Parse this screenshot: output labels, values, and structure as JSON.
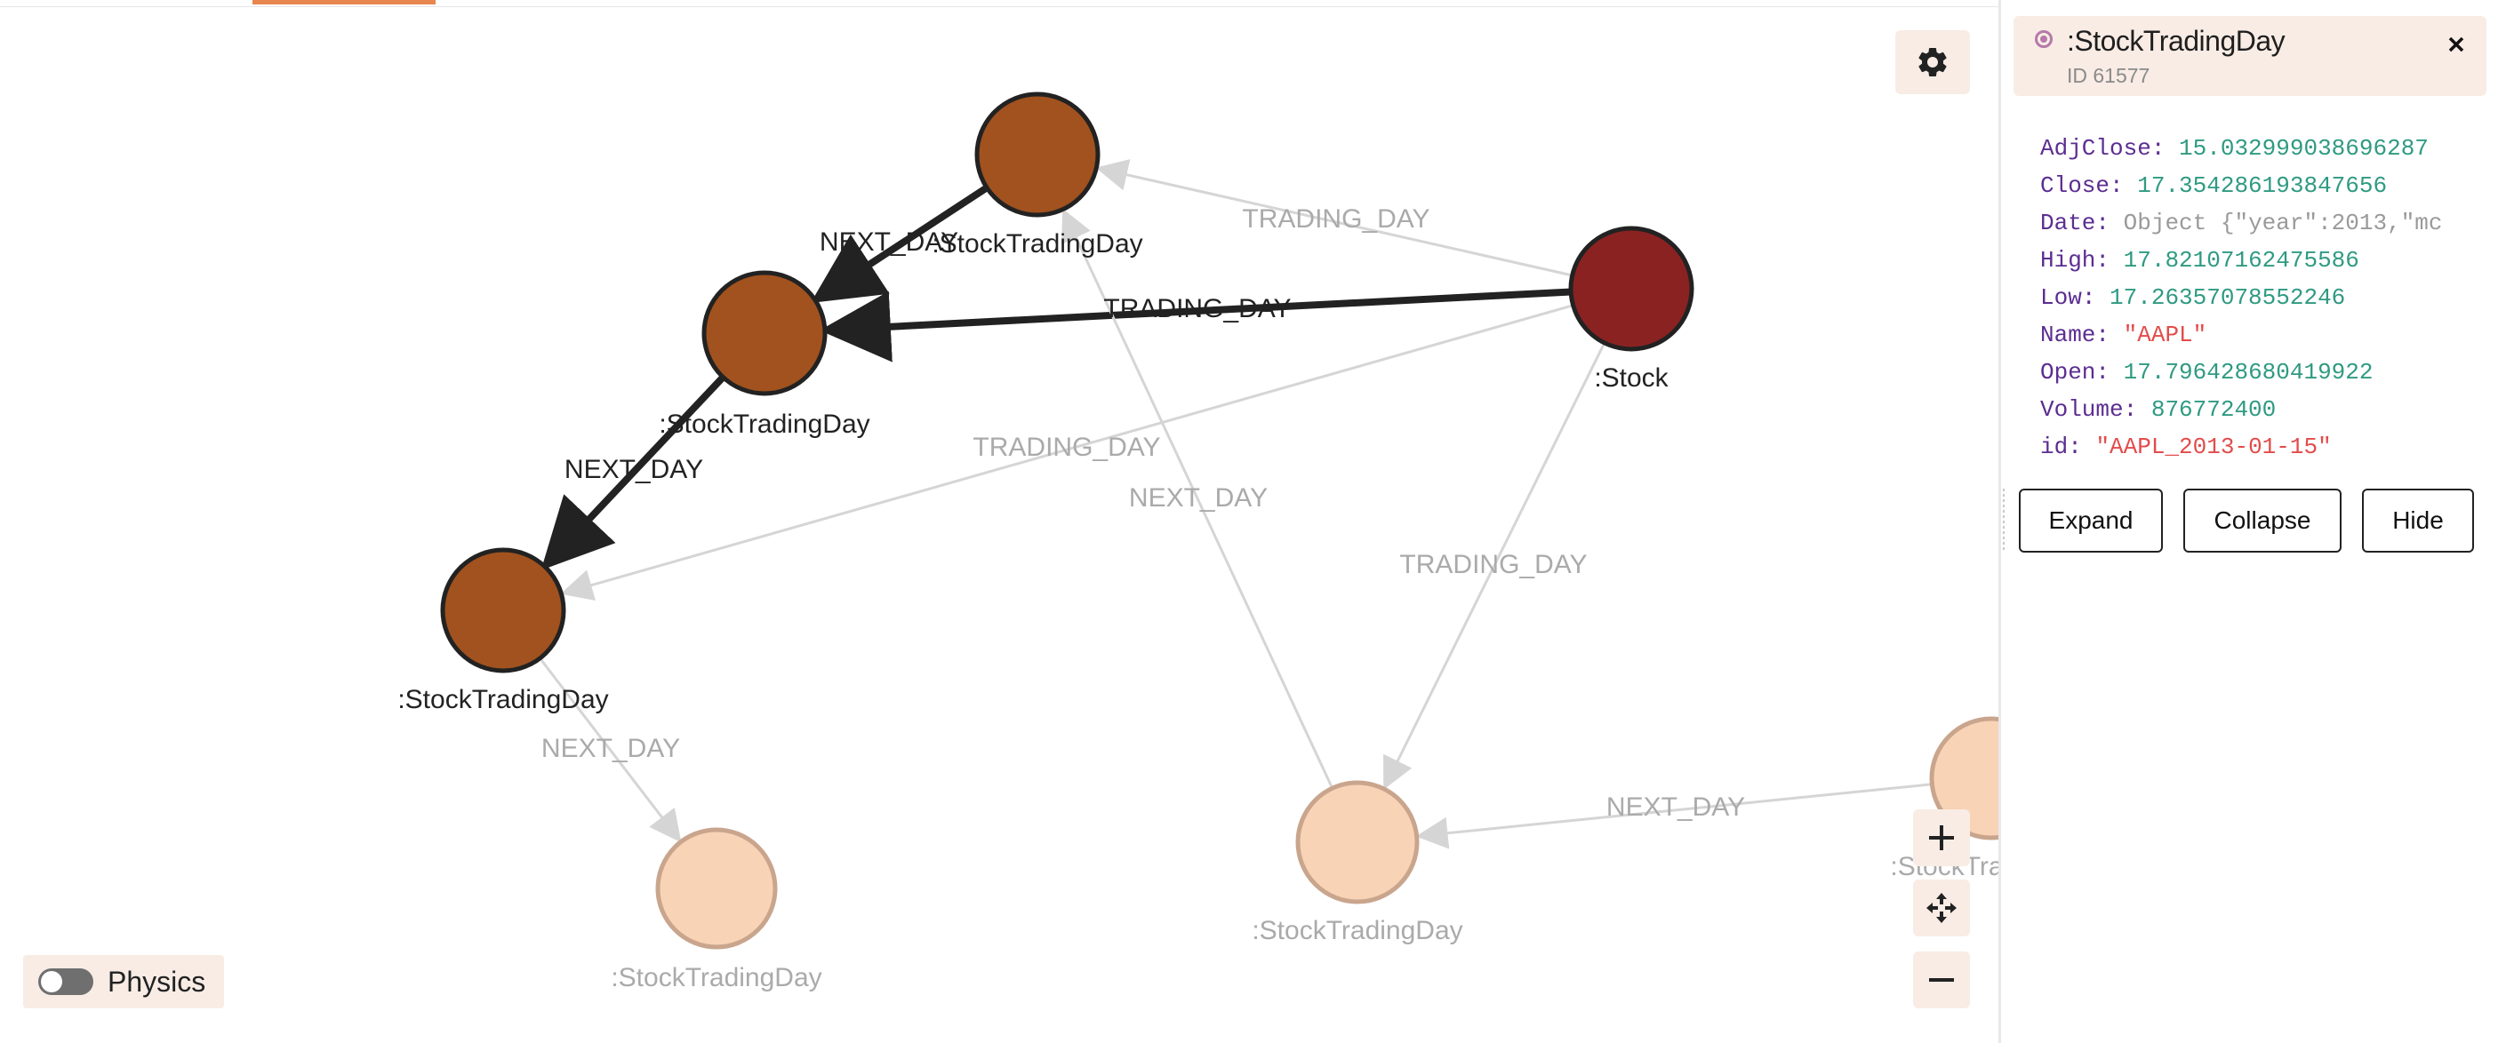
{
  "graph": {
    "nodes": [
      {
        "id": "n1",
        "label": ":StockTradingDay",
        "style": "selected-neighbor"
      },
      {
        "id": "n2",
        "label": ":StockTradingDay",
        "style": "selected-neighbor"
      },
      {
        "id": "n3",
        "label": ":StockTradingDay",
        "style": "selected-neighbor"
      },
      {
        "id": "n4",
        "label": ":Stock",
        "style": "stock"
      },
      {
        "id": "n5",
        "label": ":StockTradingDay",
        "style": "faded"
      },
      {
        "id": "n6",
        "label": ":StockTradingDay",
        "style": "faded"
      },
      {
        "id": "n7",
        "label": ":StockTra",
        "style": "faded"
      }
    ],
    "edges": [
      {
        "from": "n1",
        "to": "n2",
        "label": "NEXT_DAY",
        "style": "highlight"
      },
      {
        "from": "n2",
        "to": "n3",
        "label": "NEXT_DAY",
        "style": "highlight"
      },
      {
        "from": "n4",
        "to": "n2",
        "label": "TRADING_DAY",
        "style": "highlight"
      },
      {
        "from": "n4",
        "to": "n1",
        "label": "TRADING_DAY",
        "style": "faded"
      },
      {
        "from": "n4",
        "to": "n3",
        "label": "TRADING_DAY",
        "style": "faded"
      },
      {
        "from": "n4",
        "to": "n6",
        "label": "TRADING_DAY",
        "style": "faded"
      },
      {
        "from": "n3",
        "to": "n5",
        "label": "NEXT_DAY",
        "style": "faded"
      },
      {
        "from": "n6",
        "to": "n1",
        "label": "NEXT_DAY",
        "style": "faded"
      },
      {
        "from": "n7",
        "to": "n6",
        "label": "NEXT_DAY",
        "style": "faded"
      }
    ]
  },
  "colors": {
    "node_fill": "#a1521e",
    "stock_fill": "#8b2222",
    "faded_fill": "#f8d3b5",
    "faded_stroke": "#c9a58d",
    "highlight_edge": "#222222",
    "faded_edge": "#d5d5d5",
    "faded_text": "#aaaaaa",
    "accent": "#e7864f",
    "panel_header_bg": "#f8ece5"
  },
  "controls": {
    "physics_label": "Physics",
    "physics_enabled": false,
    "settings_icon": "gear-icon",
    "zoom_in_icon": "plus-icon",
    "fit_icon": "fit-to-screen-icon",
    "zoom_out_icon": "minus-icon"
  },
  "panel": {
    "title": ":StockTradingDay",
    "id_text": "ID 61577",
    "close_icon": "close-icon",
    "properties": [
      {
        "key": "AdjClose",
        "value": "15.032999038696287",
        "type": "number"
      },
      {
        "key": "Close",
        "value": "17.354286193847656",
        "type": "number"
      },
      {
        "key": "Date",
        "value": "Object {\"year\":2013,\"mc",
        "type": "object"
      },
      {
        "key": "High",
        "value": "17.82107162475586",
        "type": "number"
      },
      {
        "key": "Low",
        "value": "17.26357078552246",
        "type": "number"
      },
      {
        "key": "Name",
        "value": "\"AAPL\"",
        "type": "string"
      },
      {
        "key": "Open",
        "value": "17.796428680419922",
        "type": "number"
      },
      {
        "key": "Volume",
        "value": "876772400",
        "type": "number"
      },
      {
        "key": "id",
        "value": "\"AAPL_2013-01-15\"",
        "type": "string"
      }
    ],
    "actions": {
      "expand": "Expand",
      "collapse": "Collapse",
      "hide": "Hide"
    }
  }
}
